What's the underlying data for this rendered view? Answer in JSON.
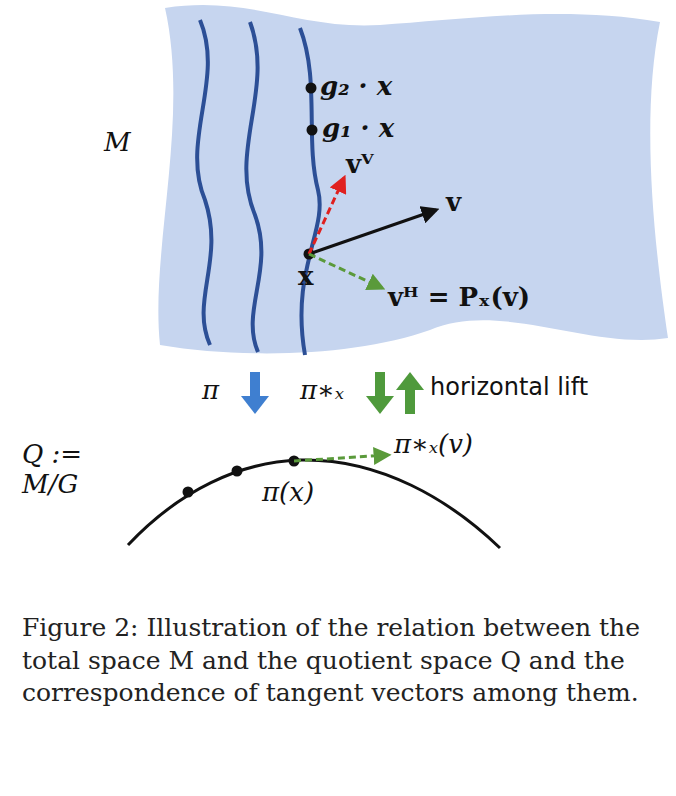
{
  "diagram": {
    "caption": "Figure 2: Illustration of the relation between the total space M and the quotient space Q and the correspondence of tangent vectors among them.",
    "labels": [
      "M",
      "g₂ · x",
      "g₁ · x",
      "vⱽ",
      "v",
      "x",
      "vᴴ = Pₓ(v)",
      "π",
      "π∗ₓ",
      "horizontal lift",
      "Q := M/G",
      "π(x)",
      "π∗ₓ(v)"
    ]
  }
}
